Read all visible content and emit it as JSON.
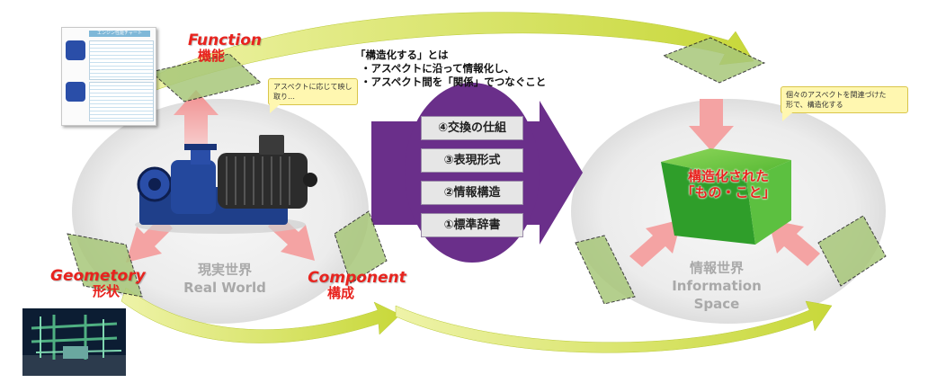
{
  "definition": {
    "title": "「構造化する」とは",
    "line1": "・アスペクトに沿って情報化し、",
    "line2": "・アスペクト間を「関係」でつなぐこと"
  },
  "real_world": {
    "jp": "現実世界",
    "en": "Real World"
  },
  "info_world": {
    "jp": "情報世界",
    "en1": "Information",
    "en2": "Space"
  },
  "aspects": {
    "function": {
      "en": "Function",
      "jp": "機能"
    },
    "geometry": {
      "en": "Geometory",
      "jp": "形状"
    },
    "component": {
      "en": "Component",
      "jp": "構成"
    }
  },
  "callouts": {
    "left_line1": "アスペクトに応じて映し",
    "left_line2": "取り…",
    "right_line1": "個々のアスペクトを関連づけた",
    "right_line2": "形で、構造化する"
  },
  "layers": [
    "④交換の仕組",
    "③表現形式",
    "②情報構造",
    "①標準辞書"
  ],
  "structured": {
    "line1": "構造化された",
    "line2": "「もの・こと」"
  },
  "document_title": "エンジン性能チャート",
  "colors": {
    "accent_red": "#e8231e",
    "purple": "#6a2f8a",
    "arrow_green": "#c8d83a",
    "cube_green": "#3fae2a",
    "callout_yellow": "#fff7b0"
  }
}
